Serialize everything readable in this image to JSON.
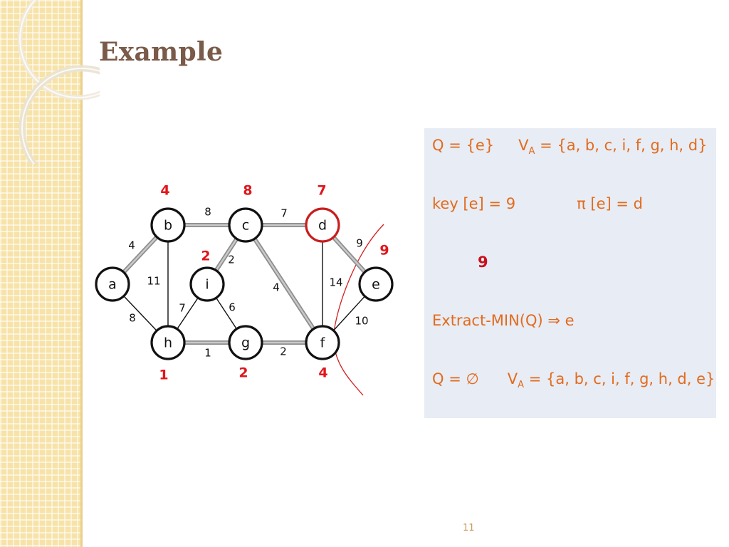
{
  "title": "Example",
  "nodes": [
    {
      "id": "a",
      "label": "a",
      "highlight": false
    },
    {
      "id": "b",
      "label": "b",
      "highlight": false
    },
    {
      "id": "c",
      "label": "c",
      "highlight": false
    },
    {
      "id": "d",
      "label": "d",
      "highlight": true
    },
    {
      "id": "e",
      "label": "e",
      "highlight": false
    },
    {
      "id": "f",
      "label": "f",
      "highlight": false
    },
    {
      "id": "g",
      "label": "g",
      "highlight": false
    },
    {
      "id": "h",
      "label": "h",
      "highlight": false
    },
    {
      "id": "i",
      "label": "i",
      "highlight": false
    }
  ],
  "edges": [
    {
      "from": "a",
      "to": "b",
      "weight": "4",
      "in_tree": true
    },
    {
      "from": "a",
      "to": "h",
      "weight": "8",
      "in_tree": false
    },
    {
      "from": "b",
      "to": "c",
      "weight": "8",
      "in_tree": true
    },
    {
      "from": "b",
      "to": "h",
      "weight": "11",
      "in_tree": false
    },
    {
      "from": "c",
      "to": "d",
      "weight": "7",
      "in_tree": true
    },
    {
      "from": "c",
      "to": "i",
      "weight": "2",
      "in_tree": true
    },
    {
      "from": "c",
      "to": "f",
      "weight": "4",
      "in_tree": true
    },
    {
      "from": "d",
      "to": "e",
      "weight": "9",
      "in_tree": true
    },
    {
      "from": "d",
      "to": "f",
      "weight": "14",
      "in_tree": false
    },
    {
      "from": "e",
      "to": "f",
      "weight": "10",
      "in_tree": false
    },
    {
      "from": "i",
      "to": "h",
      "weight": "7",
      "in_tree": false
    },
    {
      "from": "i",
      "to": "g",
      "weight": "6",
      "in_tree": false
    },
    {
      "from": "h",
      "to": "g",
      "weight": "1",
      "in_tree": true
    },
    {
      "from": "g",
      "to": "f",
      "weight": "2",
      "in_tree": true
    }
  ],
  "keys": [
    {
      "node": "b",
      "value": "4"
    },
    {
      "node": "c",
      "value": "8"
    },
    {
      "node": "d",
      "value": "7"
    },
    {
      "node": "i",
      "value": "2"
    },
    {
      "node": "e",
      "value": "9"
    },
    {
      "node": "h",
      "value": "1"
    },
    {
      "node": "g",
      "value": "2"
    },
    {
      "node": "f",
      "value": "4"
    }
  ],
  "info": {
    "q_prefix": "Q = {e}",
    "va_prefix": "V",
    "va_sub": "A",
    "va_set": " = {a, b, c, i, f, g, h, d}",
    "key_text": "key [e] = 9",
    "pi_text": "π [e] = d",
    "red_value": "9",
    "extract_text": "Extract-MIN(Q) ⇒ e",
    "q_final": "Q = ∅",
    "va2_prefix": "V",
    "va2_sub": "A",
    "va2_set": " = {a, b, c, i, f, g, h, d, e}"
  },
  "colors": {
    "tree_edge": "#8e8e8e",
    "tree_edge_core": "#c9c9c9",
    "key_red": "#e0161c",
    "highlight_node": "#c81e1e",
    "text_orange": "#e26b1e",
    "title_brown": "#7a5a48"
  },
  "page_number": "11"
}
